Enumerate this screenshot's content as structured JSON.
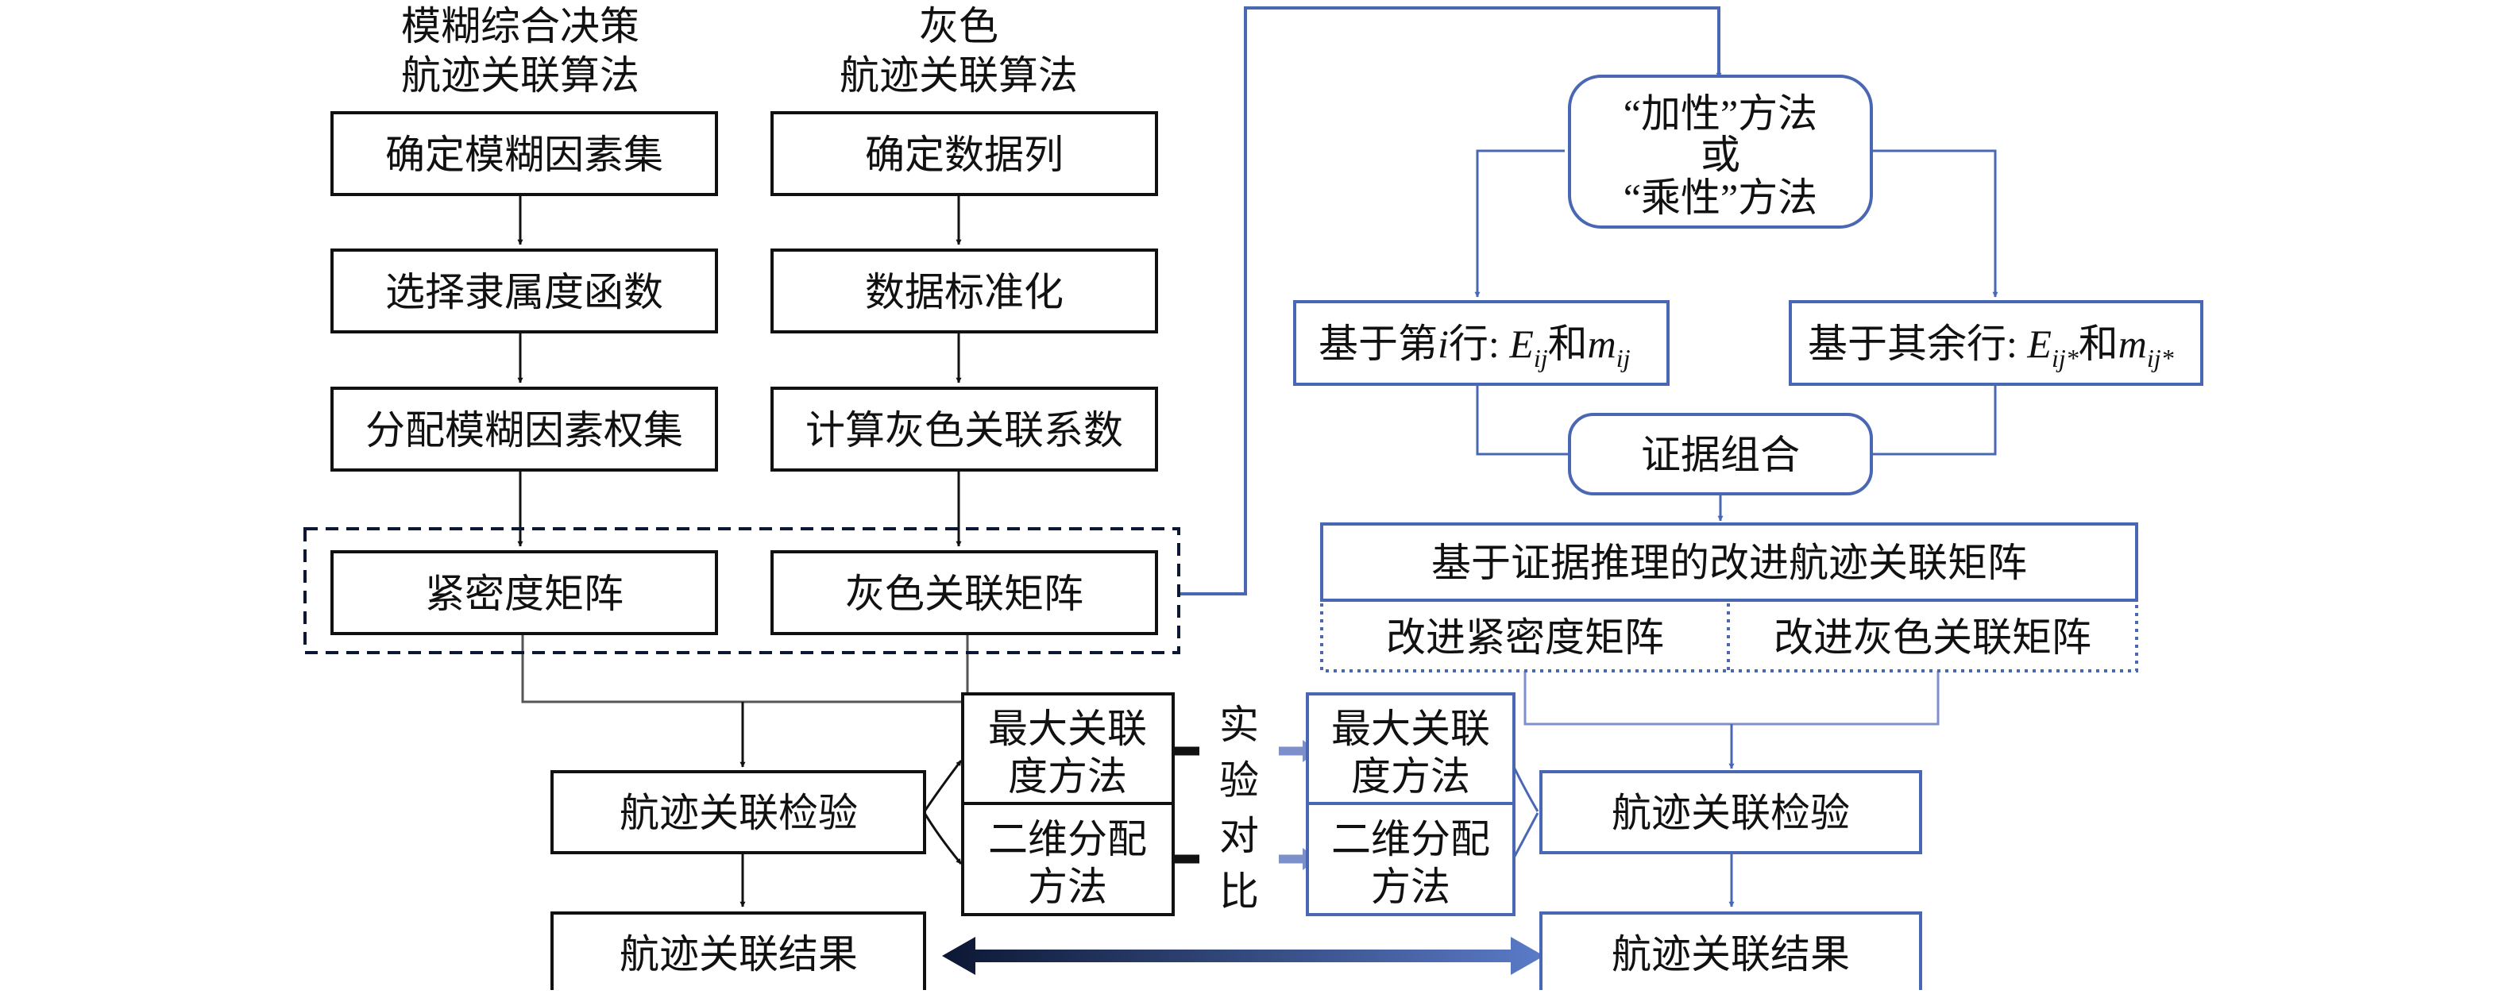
{
  "colors": {
    "black": "#111111",
    "blue": "#4a67b4",
    "light_blue": "#7e90c9",
    "dark_navy": "#0c1733"
  },
  "fuzzy_title": [
    "模糊综合决策",
    "航迹关联算法"
  ],
  "grey_title": [
    "灰色",
    "航迹关联算法"
  ],
  "fuzzy_steps": [
    "确定模糊因素集",
    "选择隶属度函数",
    "分配模糊因素权集"
  ],
  "grey_steps": [
    "确定数据列",
    "数据标准化",
    "计算灰色关联系数"
  ],
  "matrices": {
    "compact": "紧密度矩阵",
    "grey": "灰色关联矩阵"
  },
  "method": [
    "“加性”方法",
    "或",
    "“乘性”方法"
  ],
  "basis_left": {
    "prefix": "基于第",
    "i": "i",
    "mid": "行: ",
    "E": "E",
    "E_sub": "ij",
    "and": "和",
    "m": "m",
    "m_sub": "ij"
  },
  "basis_right": {
    "prefix": "基于其余行: ",
    "E": "E",
    "E_sub": "ij*",
    "and": "和",
    "m": "m",
    "m_sub": "ij*"
  },
  "evidence_combination": "证据组合",
  "improved_matrix": "基于证据推理的改进航迹关联矩阵",
  "improved_compact": "改进紧密度矩阵",
  "improved_grey": "改进灰色关联矩阵",
  "left_check": "航迹关联检验",
  "left_result": "航迹关联结果",
  "right_check": "航迹关联检验",
  "right_result": "航迹关联结果",
  "left_methods": {
    "max": [
      "最大关联",
      "度方法"
    ],
    "two_dim": [
      "二维分配",
      "方法"
    ]
  },
  "right_methods": {
    "max": [
      "最大关联",
      "度方法"
    ],
    "two_dim": [
      "二维分配",
      "方法"
    ]
  },
  "experiment_label": [
    "实",
    "验",
    "对",
    "比"
  ]
}
